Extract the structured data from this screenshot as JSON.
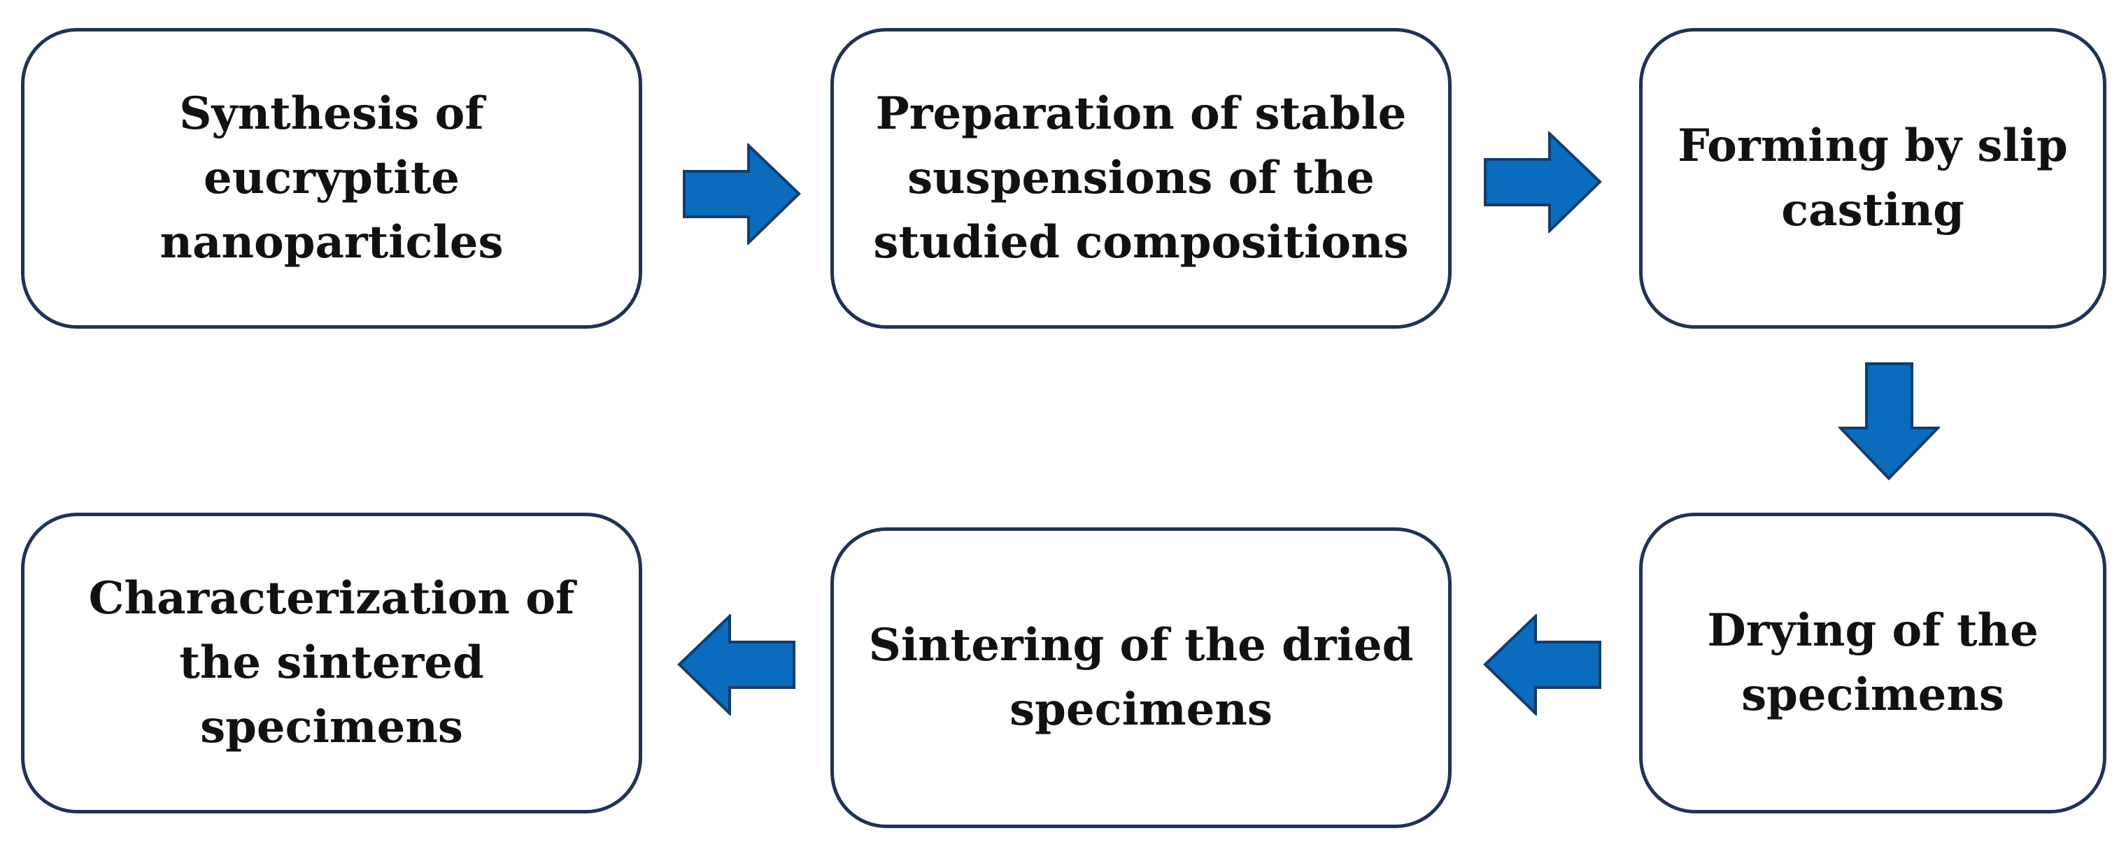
{
  "colors": {
    "box_border": "#1f3354",
    "arrow_fill": "#0b6bbd",
    "arrow_stroke": "#123d6b",
    "text": "#111111"
  },
  "steps": [
    {
      "label": "Synthesis of eucryptite nanoparticles"
    },
    {
      "label": "Preparation of stable suspensions of the studied compositions"
    },
    {
      "label": "Forming by slip casting"
    },
    {
      "label": "Drying of the specimens"
    },
    {
      "label": "Sintering of the dried specimens"
    },
    {
      "label": "Characterization of the sintered specimens"
    }
  ],
  "arrows": [
    {
      "from": "Synthesis of eucryptite nanoparticles",
      "to": "Preparation of stable suspensions of the studied compositions",
      "direction": "right"
    },
    {
      "from": "Preparation of stable suspensions of the studied compositions",
      "to": "Forming by slip casting",
      "direction": "right"
    },
    {
      "from": "Forming by slip casting",
      "to": "Drying of the specimens",
      "direction": "down"
    },
    {
      "from": "Drying of the specimens",
      "to": "Sintering of the dried specimens",
      "direction": "left"
    },
    {
      "from": "Sintering of the dried specimens",
      "to": "Characterization of the sintered specimens",
      "direction": "left"
    }
  ]
}
